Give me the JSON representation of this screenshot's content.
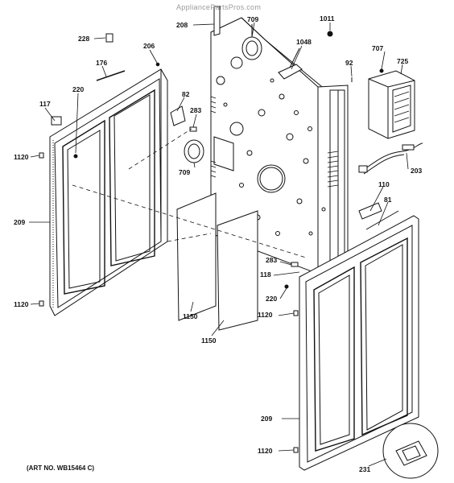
{
  "watermark": "AppliancePartsPros.com",
  "art_number": "(ART NO. WB15464 C)",
  "callouts": {
    "c228": "228",
    "c176": "176",
    "c206": "206",
    "c220a": "220",
    "c117": "117",
    "c1120a": "1120",
    "c209a": "209",
    "c1120b": "1120",
    "c208": "208",
    "c709a": "709",
    "c1011": "1011",
    "c1048": "1048",
    "c92": "92",
    "c707": "707",
    "c725": "725",
    "c82": "82",
    "c283a": "283",
    "c709b": "709",
    "c203": "203",
    "c110": "110",
    "c81": "81",
    "c1150a": "1150",
    "c1150b": "1150",
    "c283b": "283",
    "c118": "118",
    "c220b": "220",
    "c1120c": "1120",
    "c209b": "209",
    "c1120d": "1120",
    "c231": "231"
  }
}
